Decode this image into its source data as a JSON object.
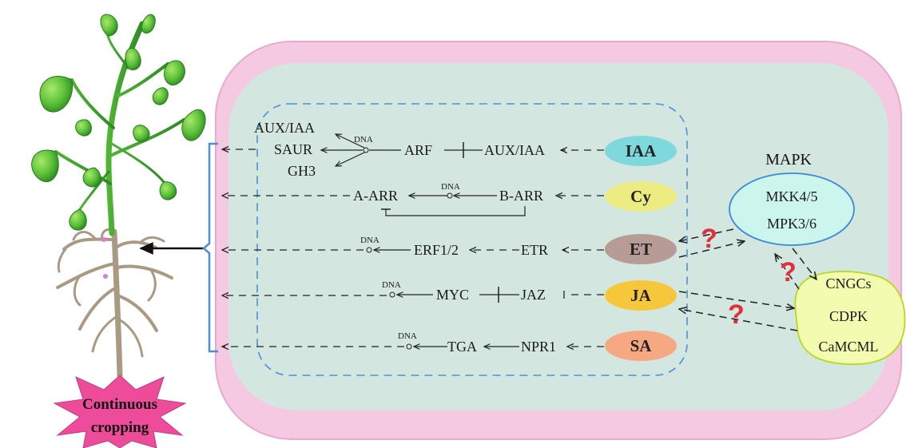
{
  "hormones": [
    {
      "label": "IAA",
      "color": "#7fd9dc"
    },
    {
      "label": "Cy",
      "color": "#ecec82"
    },
    {
      "label": "ET",
      "color": "#b79c95"
    },
    {
      "label": "JA",
      "color": "#f7c73b"
    },
    {
      "label": "SA",
      "color": "#f6a883"
    }
  ],
  "iaa_row": {
    "aux_iaa_top": "AUX/IAA",
    "saur": "SAUR",
    "gh3": "GH3",
    "dna": "DNA",
    "arf": "ARF",
    "aux_iaa": "AUX/IAA"
  },
  "cy_row": {
    "a_arr": "A-ARR",
    "dna": "DNA",
    "b_arr": "B-ARR"
  },
  "et_row": {
    "dna": "DNA",
    "erf": "ERF1/2",
    "etr": "ETR"
  },
  "ja_row": {
    "dna": "DNA",
    "myc": "MYC",
    "jaz": "JAZ"
  },
  "sa_row": {
    "dna": "DNA",
    "tga": "TGA",
    "npr1": "NPR1"
  },
  "mapk": {
    "title": "MAPK",
    "item1": "MKK4/5",
    "item2": "MPK3/6"
  },
  "calcium": {
    "item1": "CNGCs",
    "item2": "CDPK",
    "item3": "CaMCML"
  },
  "question_mark": "?",
  "stress": {
    "line1": "Continuous",
    "line2": "cropping"
  },
  "colors": {
    "cell_wall": "#f6c9e3",
    "cytoplasm": "#d3e6e0",
    "mapk_fill": "#ccf5ee",
    "calcium_fill": "#f2fbb0",
    "question": "#e0303a",
    "bracket": "#4a90d9"
  }
}
